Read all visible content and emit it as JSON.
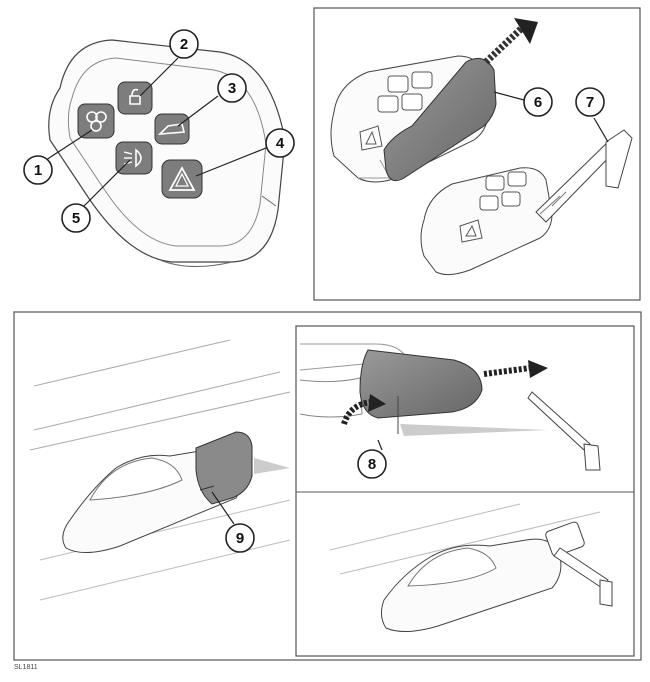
{
  "callouts": {
    "c1": "1",
    "c2": "2",
    "c3": "3",
    "c4": "4",
    "c5": "5",
    "c6": "6",
    "c7": "7",
    "c8": "8",
    "c9": "9"
  },
  "reference_code": "SL1811",
  "colors": {
    "button_fill": "#7d7d7d",
    "panel_border": "#555555",
    "line": "#333333",
    "shade": "#8a8a8a"
  }
}
